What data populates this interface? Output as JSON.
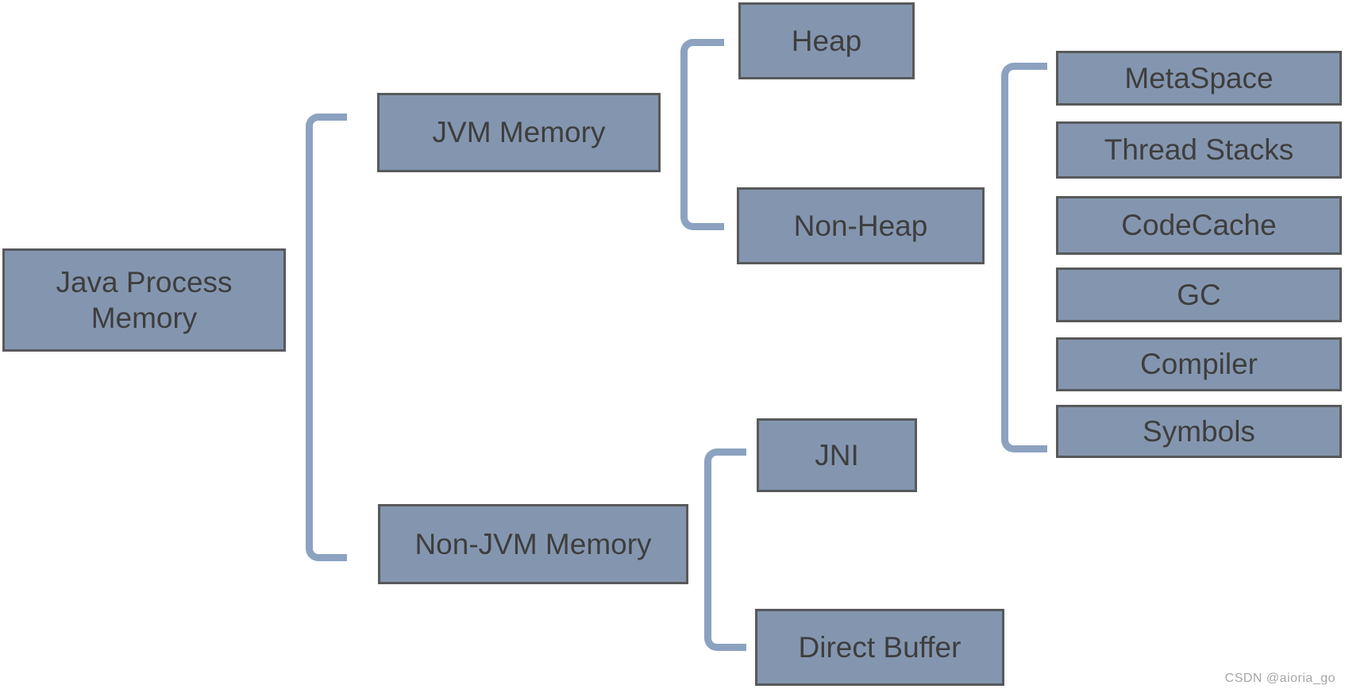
{
  "diagram": {
    "nodes": {
      "java_process_memory": {
        "label": "Java Process Memory"
      },
      "jvm_memory": {
        "label": "JVM Memory"
      },
      "non_jvm_memory": {
        "label": "Non-JVM Memory"
      },
      "heap": {
        "label": "Heap"
      },
      "non_heap": {
        "label": "Non-Heap"
      },
      "jni": {
        "label": "JNI"
      },
      "direct_buffer": {
        "label": "Direct Buffer"
      },
      "metaspace": {
        "label": "MetaSpace"
      },
      "thread_stacks": {
        "label": "Thread Stacks"
      },
      "codecache": {
        "label": "CodeCache"
      },
      "gc": {
        "label": "GC"
      },
      "compiler": {
        "label": "Compiler"
      },
      "symbols": {
        "label": "Symbols"
      }
    },
    "edges": [
      {
        "from": "Java Process Memory",
        "to": "JVM Memory"
      },
      {
        "from": "Java Process Memory",
        "to": "Non-JVM Memory"
      },
      {
        "from": "JVM Memory",
        "to": "Heap"
      },
      {
        "from": "JVM Memory",
        "to": "Non-Heap"
      },
      {
        "from": "Non-Heap",
        "to": "MetaSpace"
      },
      {
        "from": "Non-Heap",
        "to": "Thread Stacks"
      },
      {
        "from": "Non-Heap",
        "to": "CodeCache"
      },
      {
        "from": "Non-Heap",
        "to": "GC"
      },
      {
        "from": "Non-Heap",
        "to": "Compiler"
      },
      {
        "from": "Non-Heap",
        "to": "Symbols"
      },
      {
        "from": "Non-JVM Memory",
        "to": "JNI"
      },
      {
        "from": "Non-JVM Memory",
        "to": "Direct Buffer"
      }
    ],
    "colors": {
      "node_fill": "#8496AF",
      "node_border": "#58595B",
      "node_text": "#3E3E3E",
      "connector": "#8CA2C0",
      "bg": "#FFFFFF",
      "watermark": "#A6A6A6"
    }
  },
  "watermark": {
    "text": "CSDN @aioria_go"
  }
}
